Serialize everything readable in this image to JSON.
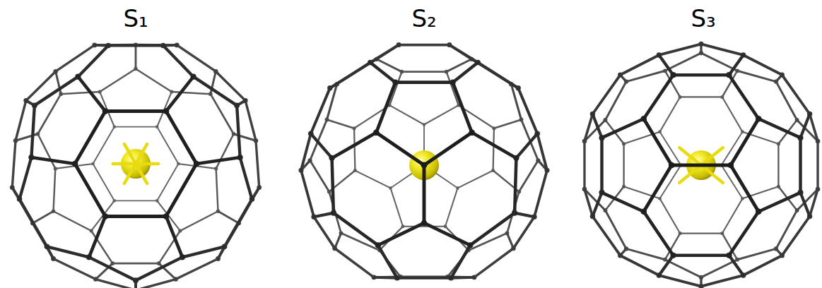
{
  "diagram": {
    "labels": [
      "S₁",
      "S₂",
      "S₃"
    ]
  }
}
